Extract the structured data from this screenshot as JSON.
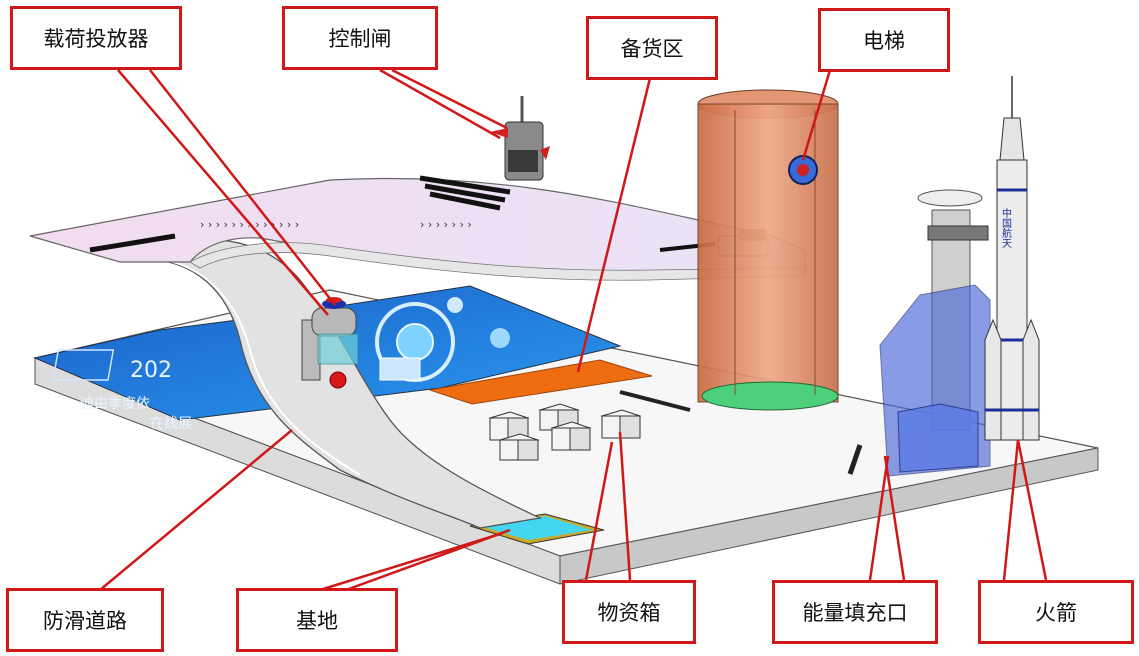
{
  "labels": {
    "payload_dispenser": "载荷投放器",
    "control_gate": "控制闸",
    "staging_area": "备货区",
    "elevator": "电梯",
    "anti_slip_road": "防滑道路",
    "base": "基地",
    "supply_box": "物资箱",
    "energy_port": "能量填充口",
    "rocket": "火箭"
  },
  "mat_text": {
    "year": "202",
    "line1": "迪由季度依",
    "line2": "在线展"
  },
  "rocket_text": "中国航天",
  "colors": {
    "callout_border": "#d01818",
    "leader_line": "#d01818",
    "mat_blue": "#1f7ad8",
    "staging_orange": "#ef6d12",
    "elevator": "#d9825a",
    "energy_port": "#4a67d6",
    "base_pad": "#42d6f0",
    "upper_track": "#f0dff2"
  }
}
